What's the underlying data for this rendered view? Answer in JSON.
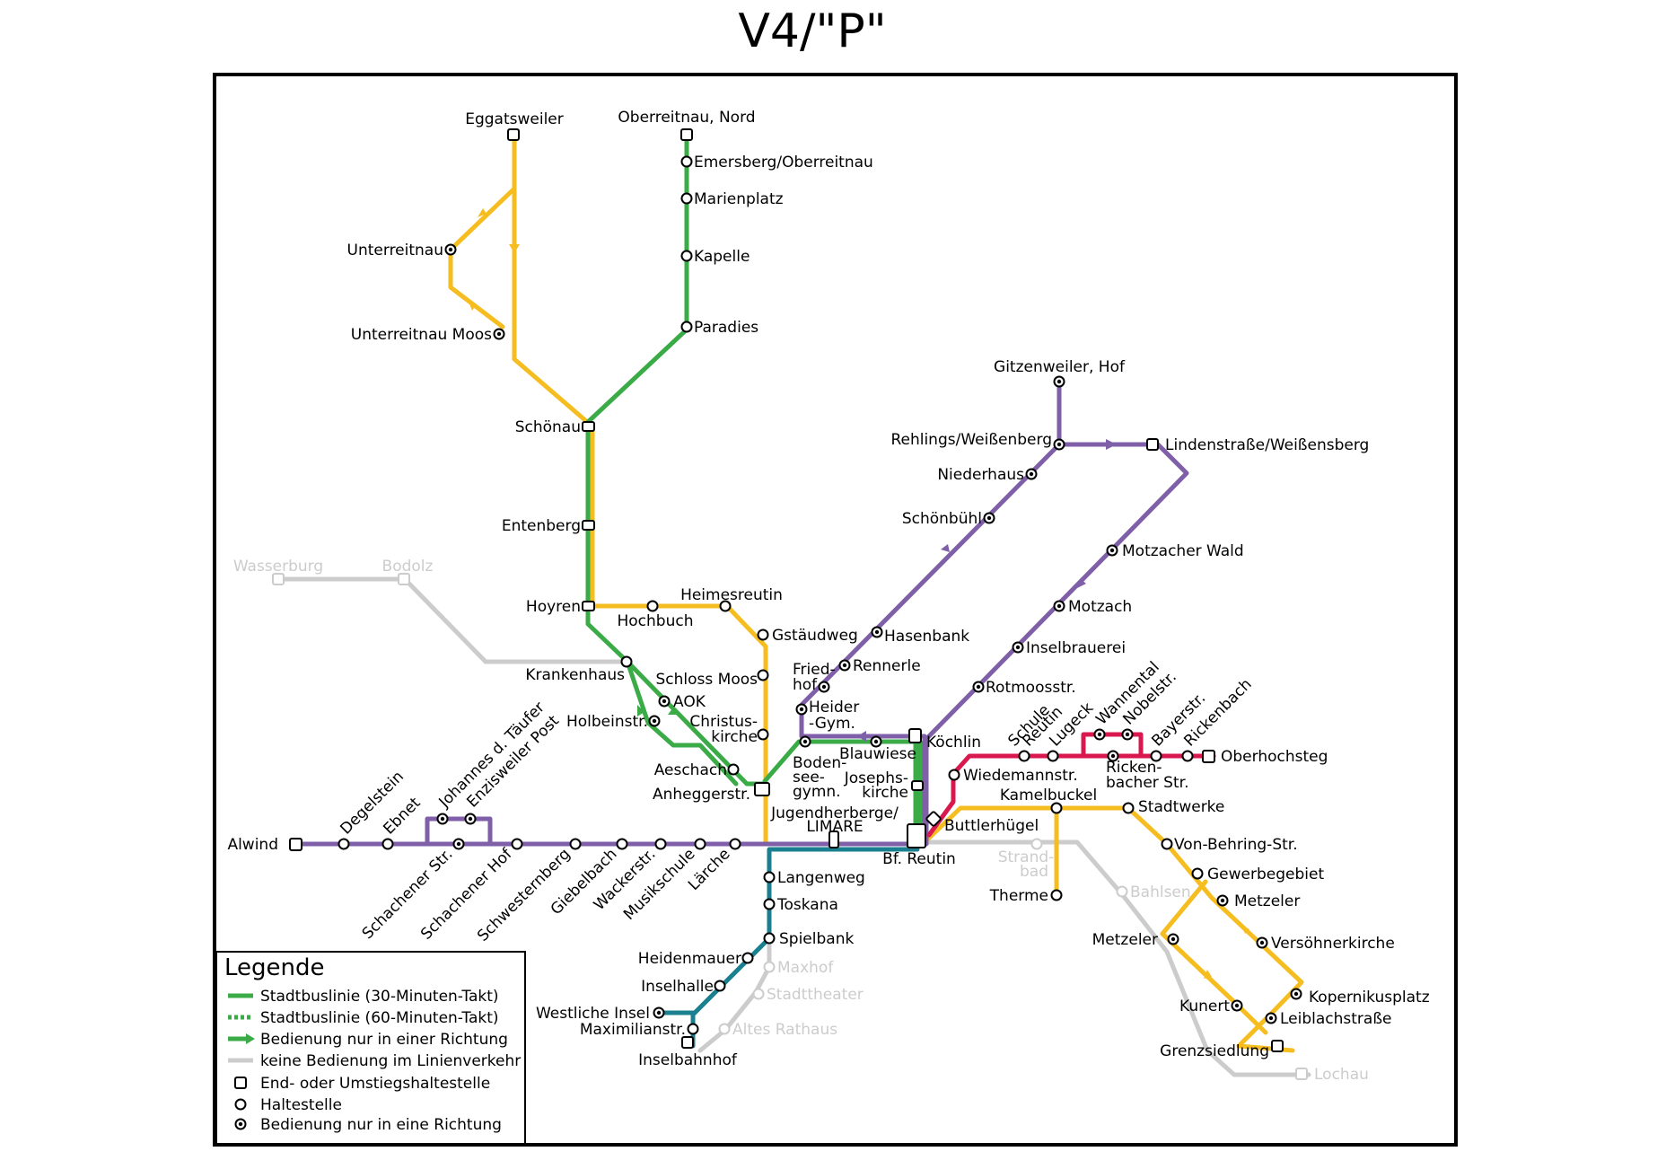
{
  "title": "V4/\"P\"",
  "colors": {
    "green": "#3aab47",
    "yellow": "#f5bd1f",
    "purple": "#7f5fa8",
    "teal": "#1a7f8e",
    "red": "#d9184f",
    "grey": "#cccccc"
  },
  "legend": {
    "title": "Legende",
    "items": [
      "Stadtbuslinie (30-Minuten-Takt)",
      "Stadtbuslinie (60-Minuten-Takt)",
      "Bedienung nur in einer Richtung",
      "keine Bedienung im Linienverkehr",
      "End- oder Umstiegshaltestelle",
      "Haltestelle",
      "Bedienung nur in eine Richtung"
    ]
  },
  "stops": {
    "eggatsweiler": "Eggatsweiler",
    "unterreitnau": "Unterreitnau",
    "unterreitnau_moos": "Unterreitnau Moos",
    "oberreitnau_nord": "Oberreitnau, Nord",
    "emersberg": "Emersberg/Oberreitnau",
    "marienplatz": "Marienplatz",
    "kapelle": "Kapelle",
    "paradies": "Paradies",
    "schoenau": "Schönau",
    "entenberg": "Entenberg",
    "hoyren": "Hoyren",
    "wasserburg": "Wasserburg",
    "bodolz": "Bodolz",
    "heimesreutin": "Heimesreutin",
    "hochbuch": "Hochbuch",
    "gstaeudweg": "Gstäudweg",
    "krankenhaus": "Krankenhaus",
    "schloss_moos": "Schloss Moos",
    "aok": "AOK",
    "holbeinstr": "Holbeinstr.",
    "christuskirche": [
      "Christus-",
      "kirche"
    ],
    "aeschach": "Aeschach",
    "anheggerstr": "Anheggerstr.",
    "gitzenweiler": "Gitzenweiler, Hof",
    "rehlings": "Rehlings/Weißenberg",
    "lindenstrasse": "Lindenstraße/Weißensberg",
    "niederhaus": "Niederhaus",
    "schoenbuehl": "Schönbühl",
    "motzacher_wald": "Motzacher Wald",
    "motzach": "Motzach",
    "hasenbank": "Hasenbank",
    "inselbrauerei": "Inselbrauerei",
    "friedhof": [
      "Fried-",
      "hof"
    ],
    "rennerle": "Rennerle",
    "rotmoosstr": "Rotmoosstr.",
    "heider_gym": [
      "Heider",
      "-Gym."
    ],
    "koechlin": "Köchlin",
    "blauwiese": "Blauwiese",
    "bodenseegymn": [
      "Boden-",
      "see-",
      "gymn."
    ],
    "josephskirche": [
      "Josephs-",
      "kirche"
    ],
    "jugendherberge": [
      "Jugendherberge/",
      "LIMARE"
    ],
    "bf_reutin": "Bf. Reutin",
    "buttlerhuegel": "Buttlerhügel",
    "wiedemannstr": "Wiedemannstr.",
    "kamelbuckel": "Kamelbuckel",
    "stadtwerke": "Stadtwerke",
    "schule_reutin": [
      "Schule",
      "Reutin"
    ],
    "lugeck": "Lugeck",
    "wannental": "Wannental",
    "nobelstr": "Nobelstr.",
    "bayerstr": "Bayerstr.",
    "rickenbach": "Rickenbach",
    "rickenbacher_str": [
      "Ricken-",
      "bacher Str."
    ],
    "oberhochsteg": "Oberhochsteg",
    "strandbad": [
      "Strand-",
      "bad"
    ],
    "therme": "Therme",
    "von_behring": "Von-Behring-Str.",
    "bahlsen": "Bahlsen",
    "gewerbegebiet": "Gewerbegebiet",
    "metzeler_a": "Metzeler",
    "metzeler_b": "Metzeler",
    "versoehnerkirche": "Versöhnerkirche",
    "kopernikusplatz": "Kopernikusplatz",
    "kunert": "Kunert",
    "leiblachstrasse": "Leiblachstraße",
    "grenzsiedlung": "Grenzsiedlung",
    "lochau": "Lochau",
    "alwind": "Alwind",
    "degelstein": "Degelstein",
    "ebnet": "Ebnet",
    "johannes_taeufer": "Johannes d. Täufer",
    "enzisweiler_post": "Enzisweiler Post",
    "schachener_str": "Schachener Str.",
    "schachener_hof": "Schachener Hof",
    "schwesternberg": "Schwesternberg",
    "giebelbach": "Giebelbach",
    "wackerstr": "Wackerstr.",
    "musikschule": "Musikschule",
    "laerche": "Lärche",
    "langenweg": "Langenweg",
    "toskana": "Toskana",
    "spielbank": "Spielbank",
    "maxhof": "Maxhof",
    "heidenmauer": "Heidenmauer",
    "inselhalle": "Inselhalle",
    "stadttheater": "Stadttheater",
    "westliche_insel": "Westliche Insel",
    "maximilianstr": "Maximilianstr.",
    "altes_rathaus": "Altes Rathaus",
    "inselbahnhof": "Inselbahnhof"
  }
}
